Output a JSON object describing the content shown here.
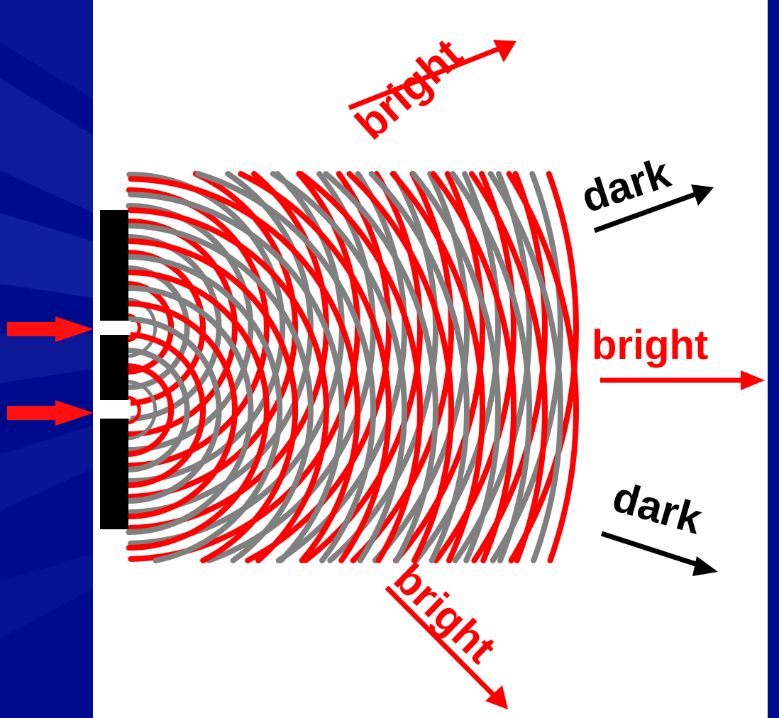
{
  "labels": {
    "bright_upper": "bright",
    "dark_upper": "dark",
    "bright_center": "bright",
    "dark_lower": "dark",
    "bright_lower": "bright"
  },
  "colors": {
    "background": "#000a8c",
    "panel": "#ffffff",
    "red_wave": "#ff0000",
    "gray_wave": "#808080",
    "barrier": "#000000",
    "bright_label": "#ff0000",
    "dark_label": "#000000"
  },
  "icons": {
    "incoming_arrows": "right-arrow-icon",
    "direction_arrows": "arrow-icon"
  }
}
